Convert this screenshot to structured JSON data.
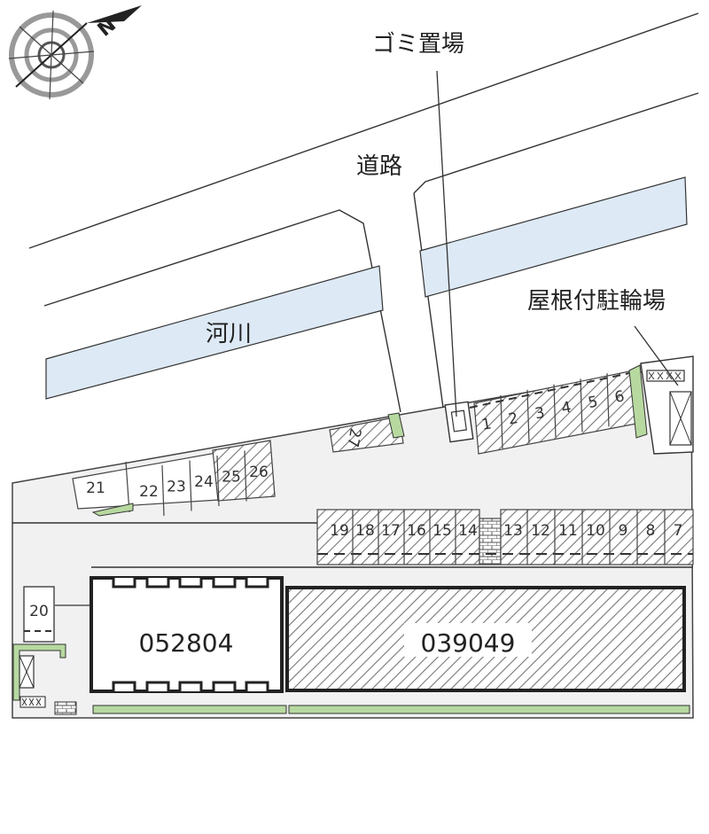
{
  "labels": {
    "garbage": "ゴミ置場",
    "road": "道路",
    "river": "河川",
    "covered_bicycle": "屋根付駐輪場",
    "compass": "N"
  },
  "buildings": {
    "left": "052804",
    "right": "039049"
  },
  "parking": {
    "upper_right": [
      "1",
      "2",
      "3",
      "4",
      "5",
      "6"
    ],
    "middle_right": [
      "7",
      "8",
      "9",
      "10",
      "11",
      "12",
      "13"
    ],
    "middle_left": [
      "14",
      "15",
      "16",
      "17",
      "18",
      "19"
    ],
    "left_row": [
      "21",
      "22",
      "23",
      "24",
      "25",
      "26"
    ],
    "single": [
      "20",
      "27"
    ]
  },
  "colors": {
    "river": "#dde9f5",
    "lot": "#f0f0f0",
    "green": "#b7d9a0",
    "line": "#333333"
  }
}
